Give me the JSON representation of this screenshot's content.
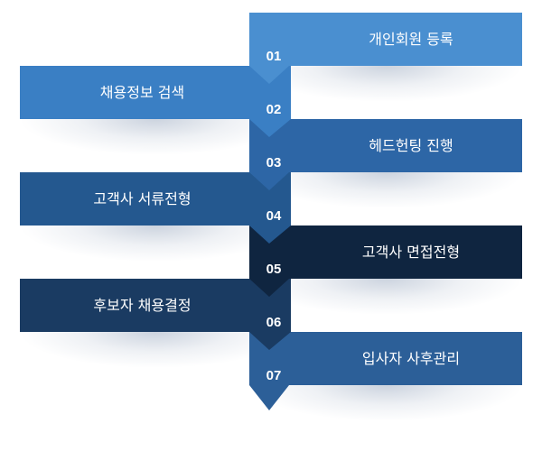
{
  "steps": [
    {
      "number": "01",
      "label": "개인회원 등록",
      "side": "right",
      "color": "#4a8fd0"
    },
    {
      "number": "02",
      "label": "채용정보 검색",
      "side": "left",
      "color": "#3a7fc4"
    },
    {
      "number": "03",
      "label": "헤드헌팅 진행",
      "side": "right",
      "color": "#2d66a6"
    },
    {
      "number": "04",
      "label": "고객사 서류전형",
      "side": "left",
      "color": "#24588f"
    },
    {
      "number": "05",
      "label": "고객사 면접전형",
      "side": "right",
      "color": "#0f2540"
    },
    {
      "number": "06",
      "label": "후보자 채용결정",
      "side": "left",
      "color": "#1a3b62"
    },
    {
      "number": "07",
      "label": "입사자 사후관리",
      "side": "right",
      "color": "#2c5f98"
    }
  ]
}
